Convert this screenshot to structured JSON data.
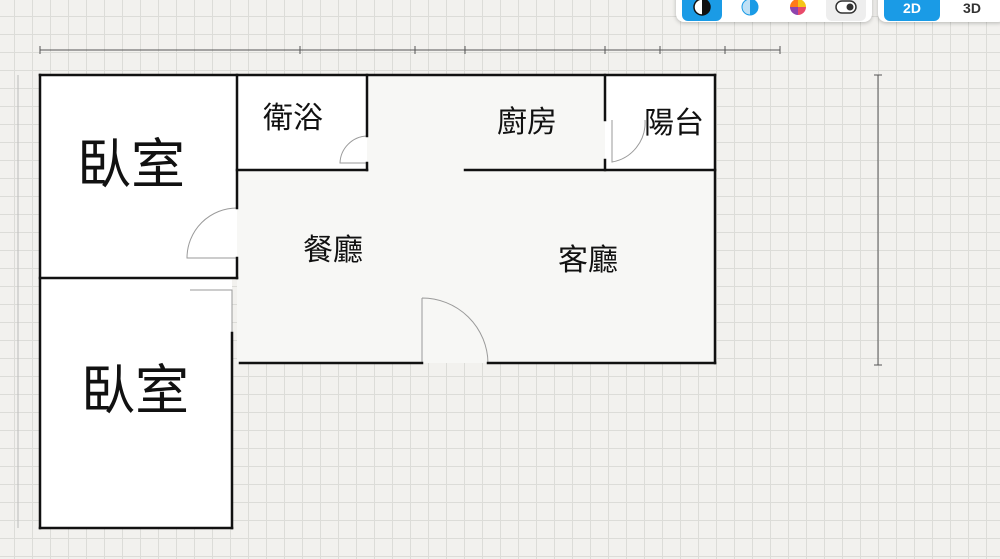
{
  "rooms": [
    {
      "key": "bedroom_top",
      "label": "臥室"
    },
    {
      "key": "bedroom_bottom",
      "label": "臥室"
    },
    {
      "key": "bathroom",
      "label": "衛浴"
    },
    {
      "key": "kitchen",
      "label": "廚房"
    },
    {
      "key": "balcony",
      "label": "陽台"
    },
    {
      "key": "dining",
      "label": "餐廳"
    },
    {
      "key": "living",
      "label": "客廳"
    }
  ],
  "toolbar": {
    "tools": [
      {
        "name": "contrast-tool",
        "icon": "contrast-icon",
        "active": true
      },
      {
        "name": "shade-tool",
        "icon": "half-circle-icon",
        "active": false
      },
      {
        "name": "color-tool",
        "icon": "color-wheel-icon",
        "active": false
      },
      {
        "name": "toggle-tool",
        "icon": "toggle-icon",
        "active": false
      }
    ],
    "view_2d": "2D",
    "view_3d": "3D",
    "active_view": "2D"
  },
  "colors": {
    "accent": "#1a9be6",
    "wall": "#111111",
    "room_fill": "#ffffff",
    "floor_fill": "#f7f7f5",
    "door_line": "#9a9a9a"
  }
}
